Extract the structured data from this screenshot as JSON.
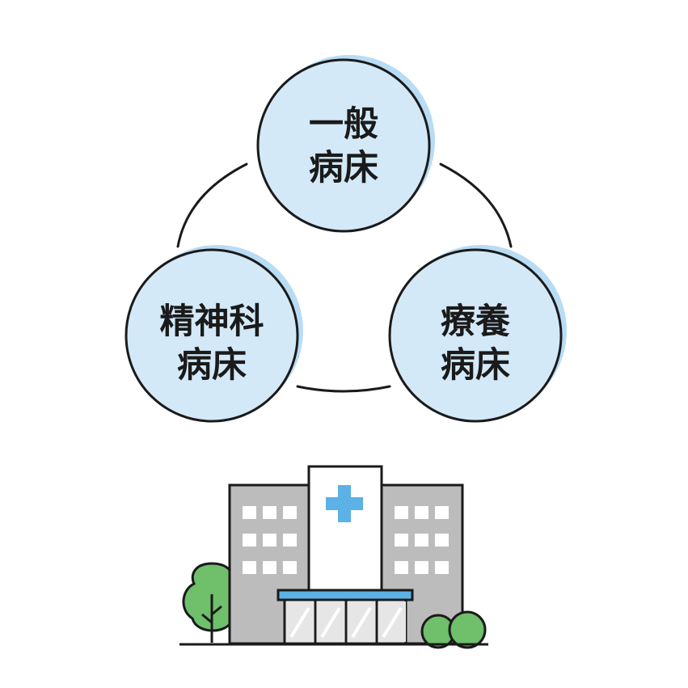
{
  "colors": {
    "circle_fill": "#d3e9f8",
    "circle_shadow": "#b9dcf5",
    "outline": "#1a1a1a",
    "building_gray": "#bcbcbc",
    "window_white": "#ffffff",
    "cross_blue": "#5cb1e6",
    "canopy_blue": "#5cb1e6",
    "glass": "#e6e6e6",
    "tree_green": "#6fbf6b"
  },
  "nodes": [
    {
      "id": "general",
      "lines": [
        "一般",
        "病床"
      ]
    },
    {
      "id": "psychiatric",
      "lines": [
        "精神科",
        "病床"
      ]
    },
    {
      "id": "long-term-care",
      "lines": [
        "療養",
        "病床"
      ]
    }
  ],
  "building": {
    "cross_icon": "medical-cross-icon",
    "trees": [
      "tree-icon",
      "bush-icon"
    ]
  }
}
